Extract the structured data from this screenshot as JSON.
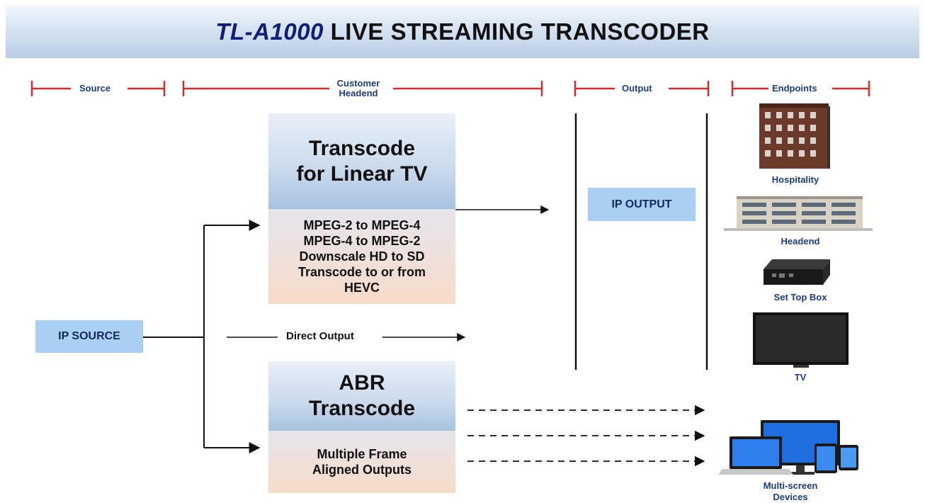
{
  "header": {
    "title_model": "TL-A1000",
    "title_rest": " LIVE STREAMING TRANSCODER"
  },
  "segments": {
    "source": "Source",
    "headend_line1": "Customer",
    "headend_line2": "Headend",
    "output": "Output",
    "endpoints": "Endpoints"
  },
  "source_box": "IP SOURCE",
  "linear": {
    "title_line1": "Transcode",
    "title_line2": "for Linear TV",
    "lines": [
      "MPEG-2 to MPEG-4",
      "MPEG-4 to MPEG-2",
      "Downscale HD to SD",
      "Transcode to or from",
      "HEVC"
    ]
  },
  "direct_output": "Direct Output",
  "abr": {
    "title_line1": "ABR",
    "title_line2": "Transcode",
    "lines": [
      "Multiple Frame",
      "Aligned Outputs"
    ]
  },
  "ip_output": "IP OUTPUT",
  "endpoints": {
    "hospitality": "Hospitality",
    "headend": "Headend",
    "set_top_box": "Set Top Box",
    "tv": "TV",
    "multiscreen_line1": "Multi-screen",
    "multiscreen_line2": "Devices"
  },
  "colors": {
    "accent_red": "#d42a2a",
    "box_blue": "#a9d0f2",
    "title_navy": "#0d1f7a"
  }
}
